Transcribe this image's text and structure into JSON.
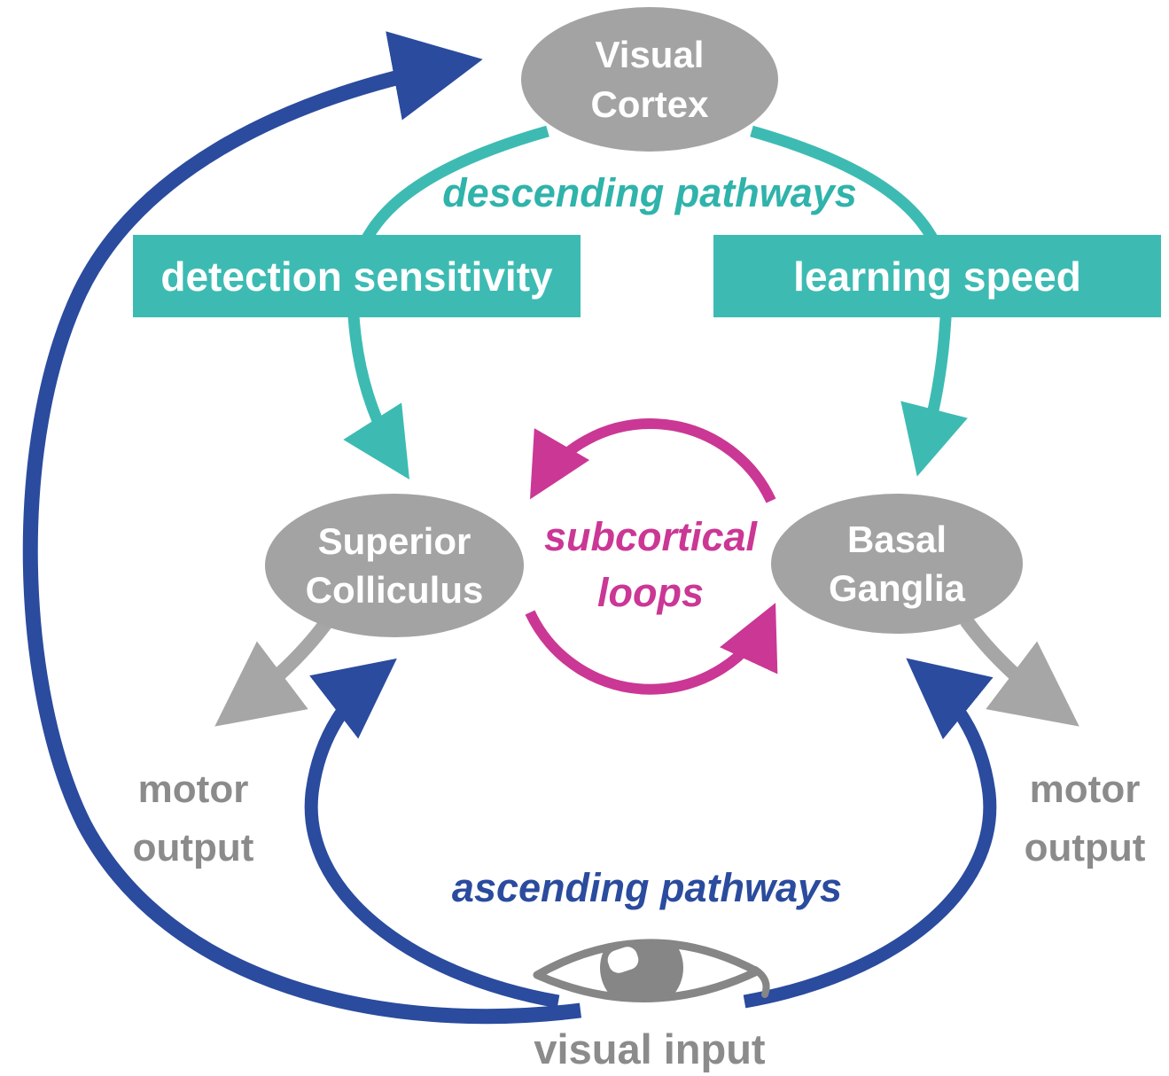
{
  "colors": {
    "node_gray": "#a3a3a3",
    "arrow_gray": "#a6a6a6",
    "text_gray": "#8b8b8b",
    "eye_gray": "#868686",
    "teal": "#3dbbb3",
    "teal_text": "#2fb3ab",
    "magenta": "#cb3795",
    "blue": "#2a4b9e",
    "white": "#ffffff"
  },
  "nodes": {
    "visual_cortex": {
      "line1": "Visual",
      "line2": "Cortex"
    },
    "superior_colliculus": {
      "line1": "Superior",
      "line2": "Colliculus"
    },
    "basal_ganglia": {
      "line1": "Basal",
      "line2": "Ganglia"
    }
  },
  "pathways": {
    "descending_label": "descending pathways",
    "ascending_label": "ascending pathways",
    "subcortical_line1": "subcortical",
    "subcortical_line2": "loops"
  },
  "modulation_boxes": {
    "detection": "detection sensitivity",
    "learning": "learning speed"
  },
  "io": {
    "motor_left": {
      "line1": "motor",
      "line2": "output"
    },
    "motor_right": {
      "line1": "motor",
      "line2": "output"
    },
    "visual_input": "visual input"
  },
  "icons": {
    "eye": "eye-icon"
  }
}
